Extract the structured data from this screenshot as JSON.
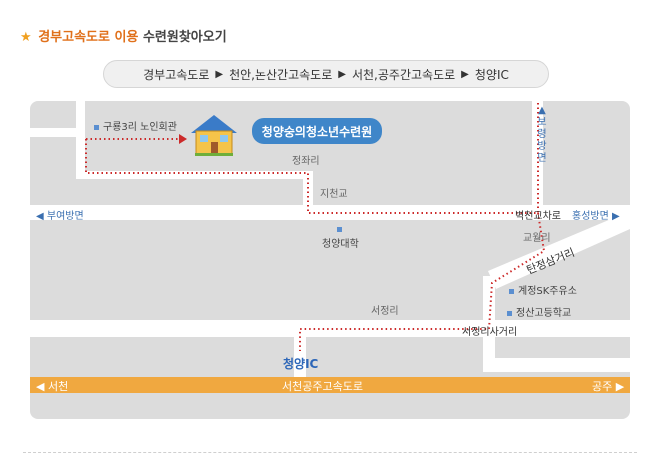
{
  "header": {
    "title_accent": "경부고속도로 이용",
    "title_rest": "수련원찾아오기"
  },
  "route": {
    "steps": [
      "경부고속도로",
      "천안,논산간고속도로",
      "서천,공주간고속도로",
      "청양IC"
    ]
  },
  "map": {
    "destination": "청양숭의청소년수련원",
    "places": {
      "village_hall": "구룡3리 노인회관",
      "jeongjwa": "정좌리",
      "jicheon_bridge": "지천교",
      "university": "청양대학",
      "gyowol": "교월리",
      "gas_station": "계정SK주유소",
      "school": "정산고등학교",
      "seojeong": "서정리"
    },
    "junctions": {
      "byeokcheon": "벽천교차로",
      "tanjeong": "탄정삼거리",
      "seojeong_jct": "서정리사거리"
    },
    "directions": {
      "buyeo": "◀ 부여방면",
      "hongseong": "홍성방면 ▶",
      "boryeong": "▲보령방면"
    },
    "interchange": "청양IC",
    "highway": {
      "name": "서천공주고속도로",
      "left": "◀ 서천",
      "right": "공주 ▶"
    }
  },
  "colors": {
    "accent": "#e0701a",
    "callout": "#3f86c9",
    "highway": "#f0a840",
    "route_dots": "#cc2a2a"
  },
  "icons": {
    "title": "star-icon",
    "destination": "house-icon"
  }
}
